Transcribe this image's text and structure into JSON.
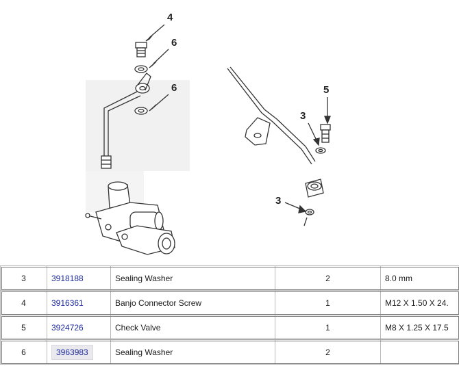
{
  "diagram": {
    "callouts_left": [
      "4",
      "6",
      "6"
    ],
    "callouts_right": [
      "5",
      "3",
      "3"
    ]
  },
  "parts": [
    {
      "ref": "3",
      "part_number": "3918188",
      "description": "Sealing Washer",
      "qty": "2",
      "spec": "8.0 mm"
    },
    {
      "ref": "4",
      "part_number": "3916361",
      "description": "Banjo Connector Screw",
      "qty": "1",
      "spec": "M12 X 1.50 X 24."
    },
    {
      "ref": "5",
      "part_number": "3924726",
      "description": "Check Valve",
      "qty": "1",
      "spec": "M8 X 1.25 X 17.5"
    },
    {
      "ref": "6",
      "part_number": "3963983",
      "description": "Sealing Washer",
      "qty": "2",
      "spec": ""
    }
  ],
  "colors": {
    "link": "#1e2a9e",
    "border": "#b9b9b9",
    "diagram_ink": "#333333"
  }
}
